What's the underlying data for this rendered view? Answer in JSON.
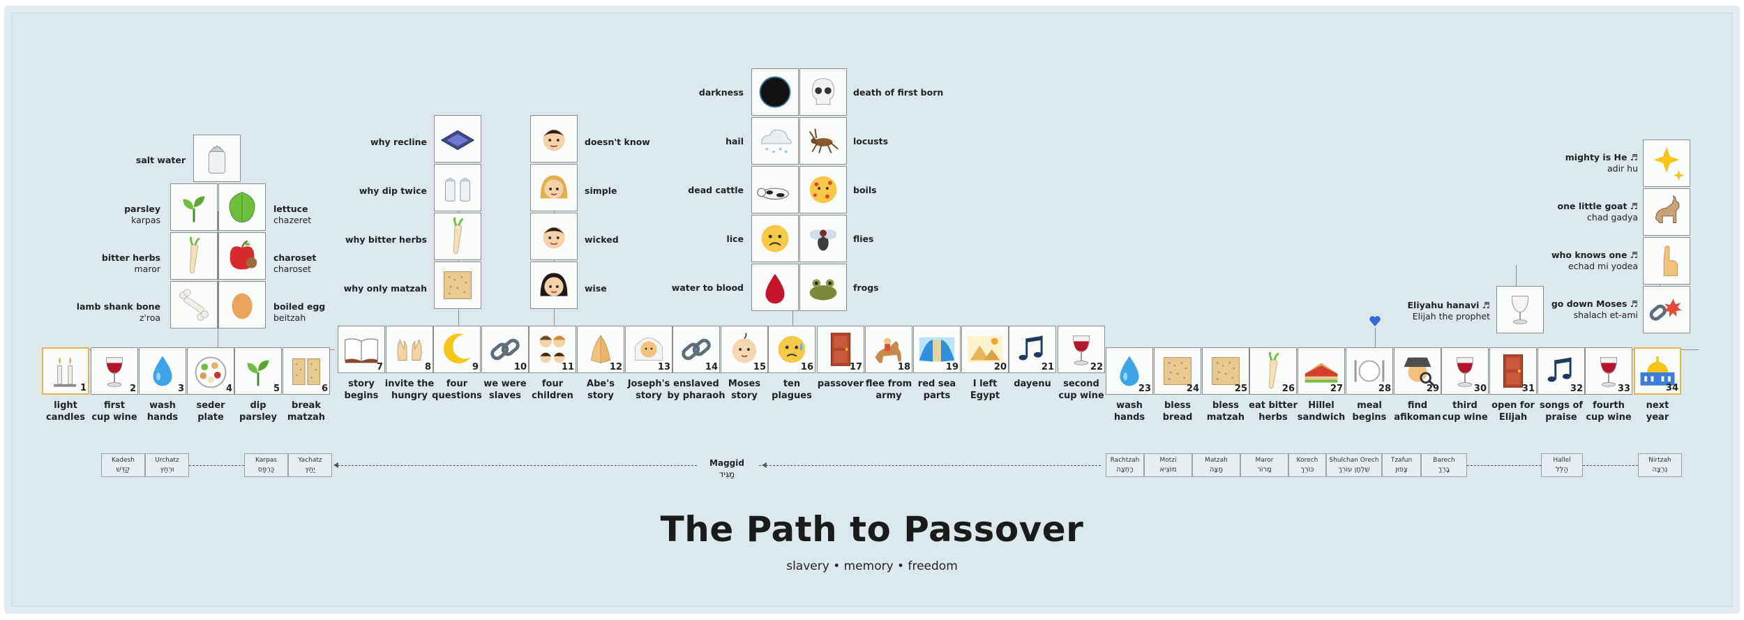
{
  "title": "The Path to Passover",
  "subtitle": "slavery • memory • freedom",
  "steps": [
    {
      "n": "1",
      "label": "light",
      "label2": "candles",
      "icon": "candles-icon"
    },
    {
      "n": "2",
      "label": "first",
      "label2": "cup wine",
      "icon": "wine-glass-icon"
    },
    {
      "n": "3",
      "label": "wash",
      "label2": "hands",
      "icon": "droplet-icon"
    },
    {
      "n": "4",
      "label": "seder",
      "label2": "plate",
      "icon": "seder-plate-icon"
    },
    {
      "n": "5",
      "label": "dip",
      "label2": "parsley",
      "icon": "seedling-icon"
    },
    {
      "n": "6",
      "label": "break",
      "label2": "matzah",
      "icon": "broken-matzah-icon"
    },
    {
      "n": "7",
      "label": "story",
      "label2": "begins",
      "icon": "open-book-icon"
    },
    {
      "n": "8",
      "label": "invite the",
      "label2": "hungry",
      "icon": "raised-hands-icon"
    },
    {
      "n": "9",
      "label": "four",
      "label2": "questions",
      "icon": "crescent-moon-icon"
    },
    {
      "n": "10",
      "label": "we were",
      "label2": "slaves",
      "icon": "chain-link-icon"
    },
    {
      "n": "11",
      "label": "four",
      "label2": "children",
      "icon": "family-icon"
    },
    {
      "n": "12",
      "label": "Abe's",
      "label2": "story",
      "icon": "praying-hands-icon"
    },
    {
      "n": "13",
      "label": "Joseph's",
      "label2": "story",
      "icon": "man-with-headscarf-icon"
    },
    {
      "n": "14",
      "label": "enslaved",
      "label2": "by pharaoh",
      "icon": "chain-link-icon"
    },
    {
      "n": "15",
      "label": "Moses",
      "label2": "story",
      "icon": "baby-icon"
    },
    {
      "n": "16",
      "label": "ten",
      "label2": "plagues",
      "icon": "anxious-face-icon"
    },
    {
      "n": "17",
      "label": "passover",
      "label2": "",
      "icon": "door-icon"
    },
    {
      "n": "18",
      "label": "flee from",
      "label2": "army",
      "icon": "horse-rider-icon"
    },
    {
      "n": "19",
      "label": "red sea",
      "label2": "parts",
      "icon": "parted-sea-icon"
    },
    {
      "n": "20",
      "label": "I left",
      "label2": "Egypt",
      "icon": "desert-icon"
    },
    {
      "n": "21",
      "label": "dayenu",
      "label2": "",
      "icon": "music-notes-icon"
    },
    {
      "n": "22",
      "label": "second",
      "label2": "cup wine",
      "icon": "wine-glass-icon"
    },
    {
      "n": "23",
      "label": "wash",
      "label2": "hands",
      "icon": "droplet-icon"
    },
    {
      "n": "24",
      "label": "bless",
      "label2": "bread",
      "icon": "matzah-icon"
    },
    {
      "n": "25",
      "label": "bless",
      "label2": "matzah",
      "icon": "matzah-icon"
    },
    {
      "n": "26",
      "label": "eat bitter",
      "label2": "herbs",
      "icon": "parsnip-icon"
    },
    {
      "n": "27",
      "label": "Hillel",
      "label2": "sandwich",
      "icon": "sandwich-icon"
    },
    {
      "n": "28",
      "label": "meal",
      "label2": "begins",
      "icon": "plate-cutlery-icon"
    },
    {
      "n": "29",
      "label": "find",
      "label2": "afikoman",
      "icon": "detective-icon"
    },
    {
      "n": "30",
      "label": "third",
      "label2": "cup wine",
      "icon": "wine-glass-icon"
    },
    {
      "n": "31",
      "label": "open for",
      "label2": "Elijah",
      "icon": "door-icon"
    },
    {
      "n": "32",
      "label": "songs of",
      "label2": "praise",
      "icon": "music-notes-icon"
    },
    {
      "n": "33",
      "label": "fourth",
      "label2": "cup wine",
      "icon": "wine-glass-icon"
    },
    {
      "n": "34",
      "label": "next",
      "label2": "year",
      "icon": "dome-of-rock-icon"
    }
  ],
  "seder_plate": {
    "salt_water": "salt water",
    "parsley": "parsley",
    "parsley_heb": "karpas",
    "lettuce": "lettuce",
    "lettuce_heb": "chazeret",
    "bitter_herbs": "bitter herbs",
    "bitter_herbs_heb": "maror",
    "charoset": "charoset",
    "charoset_heb": "charoset",
    "lamb": "lamb shank bone",
    "lamb_heb": "z'roa",
    "egg": "boiled egg",
    "egg_heb": "beitzah"
  },
  "questions": [
    "why recline",
    "why dip twice",
    "why bitter herbs",
    "why only matzah"
  ],
  "children": [
    "doesn't know",
    "simple",
    "wicked",
    "wise"
  ],
  "plagues_left": [
    "darkness",
    "hail",
    "dead cattle",
    "lice",
    "water to blood"
  ],
  "plagues_right": [
    "death of first born",
    "locusts",
    "boils",
    "flies",
    "frogs"
  ],
  "songs": [
    {
      "title": "mighty is He ♬",
      "sub": "adir hu"
    },
    {
      "title": "one little goat ♬",
      "sub": "chad gadya"
    },
    {
      "title": "who knows one ♬",
      "sub": "echad mi yodea"
    },
    {
      "title": "go down Moses ♬",
      "sub": "shalach et-ami"
    }
  ],
  "elijah": {
    "title": "Eliyahu hanavi ♬",
    "sub": "Elijah the prophet"
  },
  "sections": [
    {
      "en": "Kadesh",
      "he": "קַדֵּשׁ"
    },
    {
      "en": "Urchatz",
      "he": "וּרְחַץ"
    },
    {
      "en": "Karpas",
      "he": "כַּרְפַּס"
    },
    {
      "en": "Yachatz",
      "he": "יַחַץ"
    },
    {
      "en": "Maggid",
      "he": "מַגִּיד"
    },
    {
      "en": "Rachtzah",
      "he": "רָחְצָה"
    },
    {
      "en": "Motzi",
      "he": "מוֹצִיא"
    },
    {
      "en": "Matzah",
      "he": "מַצָּה"
    },
    {
      "en": "Maror",
      "he": "מָרוֹר"
    },
    {
      "en": "Korech",
      "he": "כּוֹרֵךְ"
    },
    {
      "en": "Shulchan Orech",
      "he": "שֻׁלְחָן עוֹרֵךְ"
    },
    {
      "en": "Tzafun",
      "he": "צָפוּן"
    },
    {
      "en": "Barech",
      "he": "בָּרֵךְ"
    },
    {
      "en": "Hallel",
      "he": "הַלֵּל"
    },
    {
      "en": "Nirtzah",
      "he": "נִרְצָה"
    }
  ]
}
